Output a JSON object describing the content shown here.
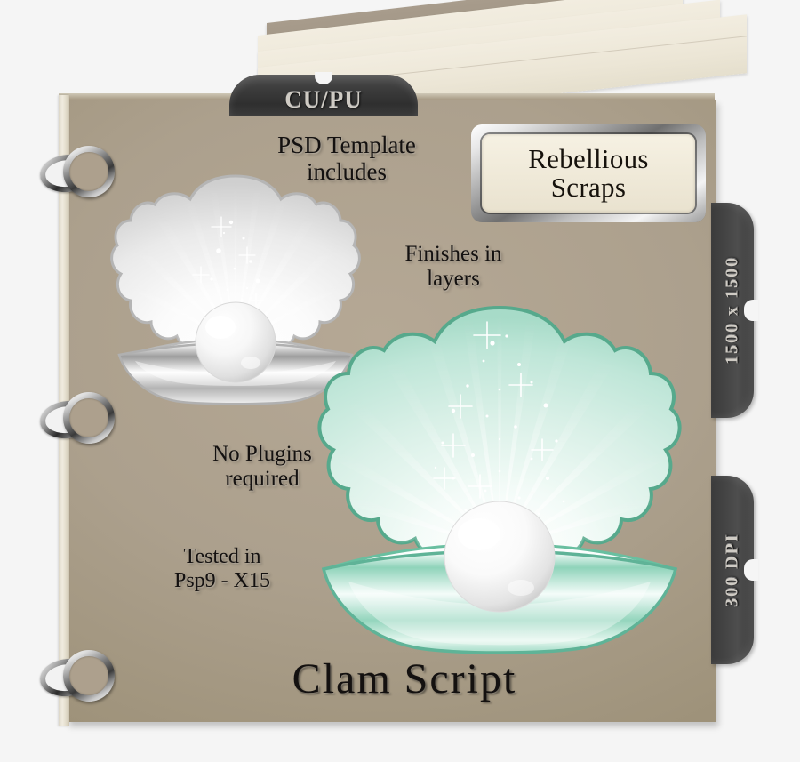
{
  "background_color": "#f5f5f5",
  "cover": {
    "color": "#ab9f8c",
    "edge_color": "#e9e3d4"
  },
  "top_tab": {
    "label": "CU/PU",
    "color": "#3b3b3b"
  },
  "name_plate": {
    "line1": "Rebellious",
    "line2": "Scraps",
    "frame_color": "#c9c9c9",
    "inner_color": "#f1ebdb"
  },
  "side_tabs": [
    {
      "name": "size-tab",
      "label": "1500 x 1500"
    },
    {
      "name": "dpi-tab",
      "label": "300 DPI"
    }
  ],
  "cover_text": {
    "psd_line1": "PSD Template",
    "psd_line2": "includes",
    "finishes_line1": "Finishes in",
    "finishes_line2": "layers",
    "plugins_line1": "No Plugins",
    "plugins_line2": "required",
    "tested_line1": "Tested in",
    "tested_line2": "Psp9 - X15",
    "title": "Clam  Script"
  },
  "rings": [
    {
      "name": "binder-ring-top"
    },
    {
      "name": "binder-ring-middle"
    },
    {
      "name": "binder-ring-bottom"
    }
  ],
  "pages": [
    {
      "name": "page-sheet-1"
    },
    {
      "name": "page-sheet-2"
    },
    {
      "name": "page-sheet-3"
    }
  ],
  "shells": [
    {
      "name": "silver-clam-shell",
      "shell_color": "#f3f3f3",
      "shell_shade": "#c9c9c9",
      "lip_color": "#dcdcdc",
      "pearl_color": "#ffffff"
    },
    {
      "name": "mint-clam-shell",
      "shell_color": "#d8f0e5",
      "shell_shade": "#6ec0a4",
      "lip_color": "#f08d96",
      "pearl_color": "#ffffff"
    }
  ]
}
